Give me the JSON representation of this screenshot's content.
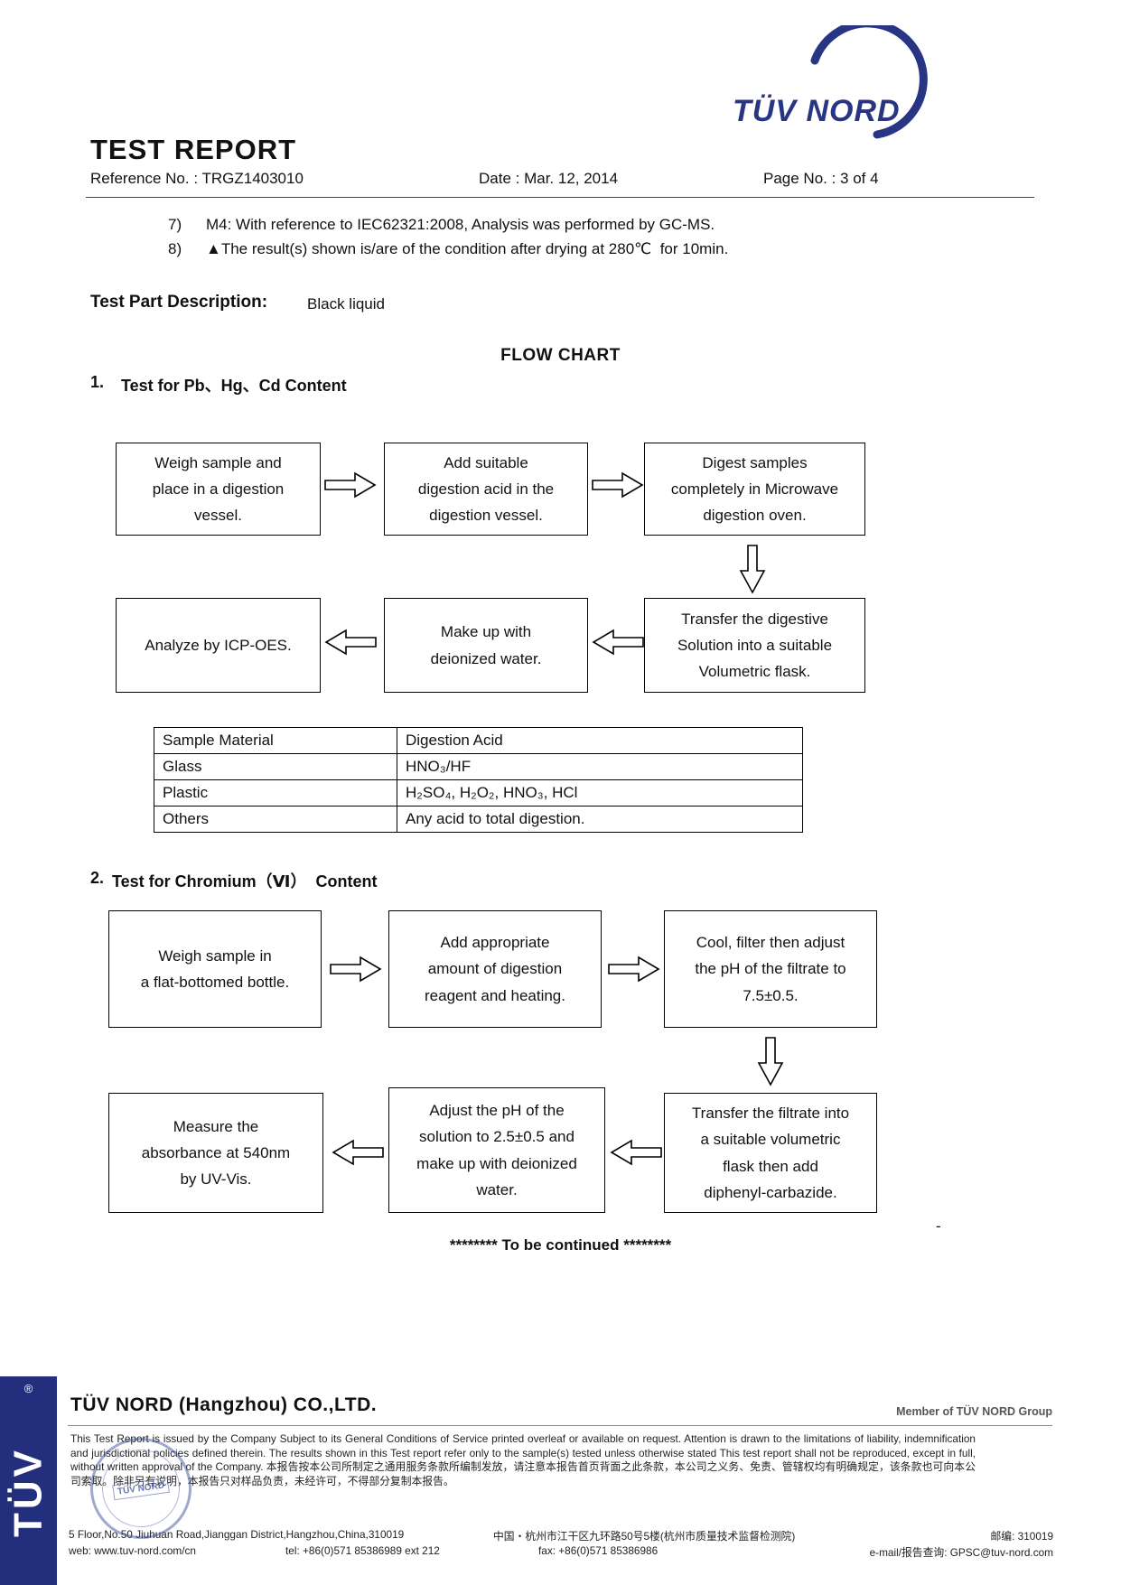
{
  "header": {
    "logo_text": "TÜV NORD",
    "title": "TEST REPORT",
    "reference": "Reference No. : TRGZ1403010",
    "date": "Date : Mar. 12, 2014",
    "page": "Page No. : 3 of 4"
  },
  "notes": [
    {
      "num": "7)",
      "text": "M4: With reference to IEC62321:2008, Analysis was performed by GC-MS."
    },
    {
      "num": "8)",
      "text": "▲The result(s) shown is/are of the condition after drying at 280℃  for 10min."
    }
  ],
  "test_part": {
    "label": "Test Part Description:",
    "value": "Black liquid"
  },
  "flow_chart_title": "FLOW CHART",
  "section1": {
    "num": "1.",
    "title": "Test for Pb、Hg、Cd Content",
    "row1": [
      "Weigh sample and\nplace in a digestion\nvessel.",
      "Add suitable\ndigestion acid in the\ndigestion vessel.",
      "Digest samples\ncompletely in Microwave\ndigestion oven."
    ],
    "row2": [
      "Analyze by ICP-OES.",
      "Make up with\ndeionized water.",
      "Transfer the digestive\nSolution into a suitable\nVolumetric flask."
    ]
  },
  "table": {
    "headers": [
      "Sample Material",
      "Digestion Acid"
    ],
    "rows": [
      [
        "Glass",
        "HNO₃/HF"
      ],
      [
        "Plastic",
        "H₂SO₄, H₂O₂, HNO₃, HCl"
      ],
      [
        "Others",
        "Any acid to total digestion."
      ]
    ]
  },
  "section2": {
    "num": "2.",
    "title": "Test for Chromium（Ⅵ）  Content",
    "row1": [
      "Weigh sample in\na flat-bottomed bottle.",
      "Add appropriate\namount of digestion\nreagent and heating.",
      "Cool, filter then adjust\nthe pH of the filtrate to\n7.5±0.5."
    ],
    "row2": [
      "Measure the\nabsorbance at 540nm\nby UV-Vis.",
      "Adjust the pH of the\nsolution to 2.5±0.5 and\nmake up with deionized\nwater.",
      "Transfer the filtrate into\na suitable volumetric\nflask then add\ndiphenyl-carbazide."
    ]
  },
  "continued": "******** To be continued ********",
  "stray_dash": "-",
  "footer": {
    "company": "TÜV NORD (Hangzhou) CO.,LTD.",
    "member": "Member of TÜV NORD Group",
    "legal": "This Test Report is issued by the Company Subject to its General Conditions of Service printed overleaf or available on request. Attention is drawn to the limitations of liability, indemnification and jurisdictional policies defined therein. The results shown in this Test report refer only to the sample(s) tested unless otherwise stated This test report shall not be reproduced, except in full, without written approval of the Company.  本报告按本公司所制定之通用服务条款所编制发放，请注意本报告首页背面之此条款，本公司之义务、免责、管辖权均有明确规定，该条款也可向本公司索取。除非另有说明，本报告只对样品负责，未经许可，不得部分复制本报告。",
    "address_en": "5 Floor,No.50 Jiuhuan Road,Jianggan District,Hangzhou,China,310019",
    "address_cn": "中国・杭州市江干区九环路50号5楼(杭州市质量技术监督检测院)",
    "zip": "邮编: 310019",
    "web": "web: www.tuv-nord.com/cn",
    "tel": "tel: +86(0)571 85386989 ext 212",
    "fax": "fax: +86(0)571 85386986",
    "email": "e-mail/报告查询: GPSC@tuv-nord.com",
    "vertical_logo": "TÜV",
    "registered_mark": "®",
    "stamp_text": "TÜV NORD"
  },
  "colors": {
    "brand_blue": "#283583",
    "stamp_blue": "#3b4aa0"
  }
}
